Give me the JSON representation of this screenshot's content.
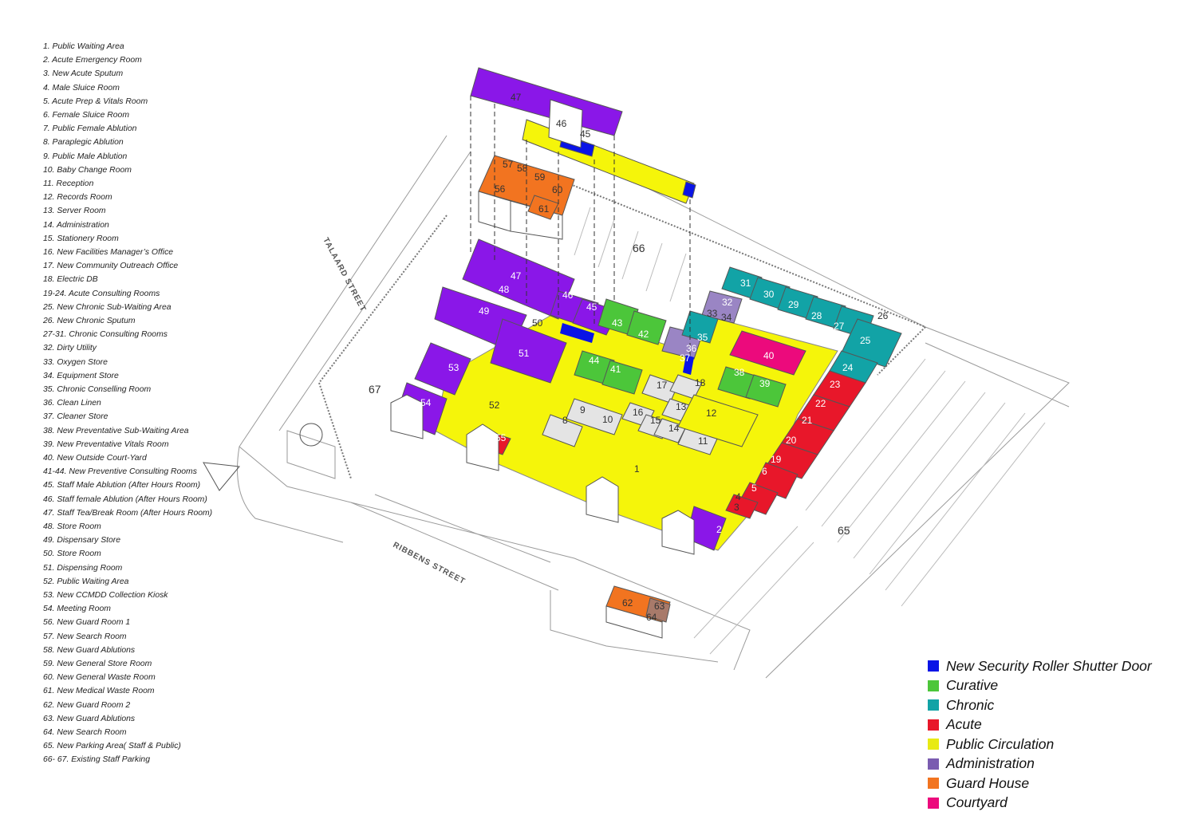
{
  "room_list": [
    "1. Public Waiting Area",
    "2. Acute Emergency Room",
    "3. New Acute Sputum",
    "4. Male Sluice Room",
    "5. Acute Prep & Vitals Room",
    "6. Female Sluice Room",
    "7. Public Female Ablution",
    "8. Paraplegic Ablution",
    "9. Public Male Ablution",
    "10. Baby Change Room",
    "11. Reception",
    "12. Records Room",
    "13. Server Room",
    "14. Administration",
    "15. Stationery Room",
    "16. New Facilities Manager’s Office",
    "17. New Community Outreach Office",
    "18. Electric DB",
    "19-24. Acute Consulting Rooms",
    "25. New Chronic Sub-Waiting Area",
    "26. New Chronic Sputum",
    "27-31. Chronic Consulting Rooms",
    "32. Dirty Utility",
    "33. Oxygen Store",
    "34. Equipment  Store",
    "35. Chronic Conselling Room",
    "36. Clean Linen",
    "37. Cleaner Store",
    "38. New Preventative Sub-Waiting Area",
    "39. New Preventative Vitals Room",
    "40. New Outside Court-Yard",
    "41-44. New Preventive Consulting Rooms",
    "45. Staff Male Ablution (After Hours Room)",
    "46. Staff female Ablution (After Hours Room)",
    "47. Staff Tea/Break Room (After Hours Room)",
    "48. Store Room",
    "49. Dispensary Store",
    "50. Store Room",
    "51. Dispensing Room",
    "52. Public Waiting Area",
    "53. New CCMDD Collection Kiosk",
    "54. Meeting Room",
    "56. New Guard Room 1",
    "57. New Search Room",
    "58. New Guard Ablutions",
    "59. New General Store Room",
    "60. New General Waste Room",
    "61. New Medical Waste Room",
    "62. New Guard Room 2",
    "63. New Guard Ablutions",
    "64. New Search Room",
    "65. New Parking Area( Staff & Public)",
    "66- 67. Existing Staff Parking"
  ],
  "legend": [
    {
      "label": "New Security Roller Shutter Door",
      "color": "#0a14e6"
    },
    {
      "label": "Curative",
      "color": "#4cc63a"
    },
    {
      "label": "Chronic",
      "color": "#12a3a6"
    },
    {
      "label": "Acute",
      "color": "#e8172a"
    },
    {
      "label": "Public Circulation",
      "color": "#e8ea14"
    },
    {
      "label": "Administration",
      "color": "#7a5cb0"
    },
    {
      "label": "Guard House",
      "color": "#f27420"
    },
    {
      "label": "Courtyard",
      "color": "#ec0a7c"
    }
  ],
  "streets": {
    "talaard": "TALAARD STREET",
    "ribbens": "RIBBENS STREET"
  },
  "rooms": {
    "r1": "1",
    "r2": "2",
    "r3": "3",
    "r4": "4",
    "r5": "5",
    "r6": "6",
    "r8": "8",
    "r9": "9",
    "r10": "10",
    "r11": "11",
    "r12": "12",
    "r13": "13",
    "r14": "14",
    "r15": "15",
    "r16": "16",
    "r17": "17",
    "r18": "18",
    "r19": "19",
    "r20": "20",
    "r21": "21",
    "r22": "22",
    "r23": "23",
    "r24": "24",
    "r25": "25",
    "r26": "26",
    "r27": "27",
    "r28": "28",
    "r29": "29",
    "r30": "30",
    "r31": "31",
    "r32": "32",
    "r33": "33",
    "r34": "34",
    "r35": "35",
    "r36": "36",
    "r37": "37",
    "r38": "38",
    "r39": "39",
    "r40": "40",
    "r41": "41",
    "r42": "42",
    "r43": "43",
    "r44": "44",
    "r45": "45",
    "r46": "46",
    "r47": "47",
    "r48": "48",
    "r49": "49",
    "r50": "50",
    "r51": "51",
    "r52": "52",
    "r53": "53",
    "r54": "54",
    "r55": "55",
    "r56": "56",
    "r57": "57",
    "r58": "58",
    "r59": "59",
    "r60": "60",
    "r61": "61",
    "r62": "62",
    "r63": "63",
    "r64": "64",
    "r65": "65",
    "r66": "66",
    "r67": "67",
    "r45top": "45",
    "r46top": "46",
    "r47top": "47"
  },
  "colors": {
    "admin": "#8a17e8",
    "curative": "#4cc63a",
    "chronic": "#12a3a6",
    "acute": "#e8172a",
    "public": "#f5f50a",
    "guard": "#f27420",
    "courtyard": "#ec0a7c",
    "shutter": "#0a14e6"
  }
}
